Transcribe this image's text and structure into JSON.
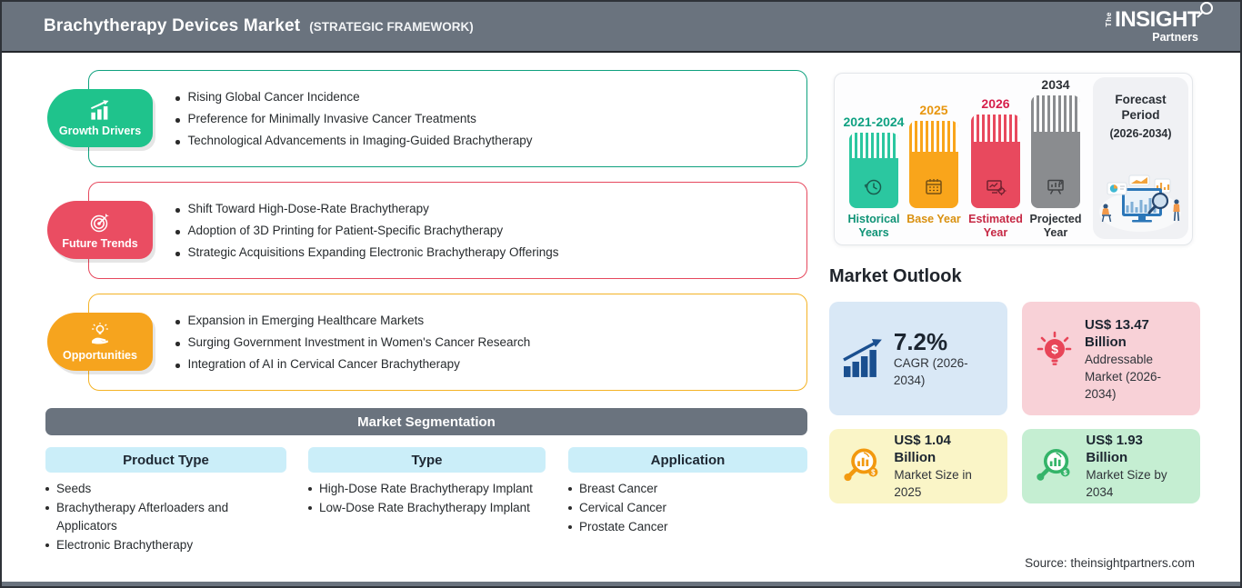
{
  "header": {
    "title": "Brachytherapy Devices Market",
    "subtitle": "(STRATEGIC FRAMEWORK)",
    "logo": {
      "the": "The",
      "insight": "INSIGHT",
      "partners": "Partners"
    }
  },
  "sections": [
    {
      "badge": "Growth Drivers",
      "color": "#1fc38c",
      "items": [
        "Rising Global Cancer Incidence",
        "Preference for Minimally Invasive Cancer Treatments",
        "Technological Advancements in Imaging-Guided Brachytherapy"
      ]
    },
    {
      "badge": "Future Trends",
      "color": "#ea4d62",
      "items": [
        "Shift Toward High-Dose-Rate Brachytherapy",
        "Adoption of 3D Printing for Patient-Specific Brachytherapy",
        "Strategic Acquisitions Expanding Electronic Brachytherapy Offerings"
      ]
    },
    {
      "badge": "Opportunities",
      "color": "#f6a41e",
      "items": [
        "Expansion in Emerging Healthcare Markets",
        "Surging Government Investment in Women's Cancer Research",
        "Integration of AI in Cervical Cancer Brachytherapy"
      ]
    }
  ],
  "segmentation": {
    "title": "Market Segmentation",
    "columns": [
      {
        "header": "Product Type",
        "items": [
          "Seeds",
          "Brachytherapy Afterloaders and Applicators",
          "Electronic Brachytherapy"
        ]
      },
      {
        "header": "Type",
        "items": [
          "High-Dose Rate Brachytherapy Implant",
          "Low-Dose Rate Brachytherapy Implant"
        ]
      },
      {
        "header": "Application",
        "items": [
          "Breast Cancer",
          "Cervical Cancer",
          "Prostate Cancer"
        ]
      }
    ]
  },
  "timeline": {
    "bars": [
      {
        "year": "2021-2024",
        "label": "Historical Years",
        "color": "#2bc7a0"
      },
      {
        "year": "2025",
        "label": "Base Year",
        "color": "#f9a51b"
      },
      {
        "year": "2026",
        "label": "Estimated Year",
        "color": "#e8495e"
      },
      {
        "year": "2034",
        "label": "Projected Year",
        "color": "#8a8c8f"
      }
    ],
    "forecast": {
      "line1": "Forecast",
      "line2": "Period",
      "range": "(2026-2034)"
    }
  },
  "outlook": {
    "title": "Market Outlook",
    "cards": [
      {
        "value": "7.2%",
        "label": "CAGR (2026-2034)",
        "bg": "#d9e8f6",
        "accent": "#1a4f8f"
      },
      {
        "value": "US$ 13.47 Billion",
        "label": "Addressable Market (2026-2034)",
        "bg": "#f8d1d7",
        "accent": "#e84558"
      },
      {
        "value": "US$ 1.04 Billion",
        "label": "Market Size in 2025",
        "bg": "#faf5c7",
        "accent": "#f2990f"
      },
      {
        "value": "US$ 1.93 Billion",
        "label": "Market Size by 2034",
        "bg": "#c5eed2",
        "accent": "#34b469"
      }
    ]
  },
  "source": "Source: theinsightpartners.com"
}
